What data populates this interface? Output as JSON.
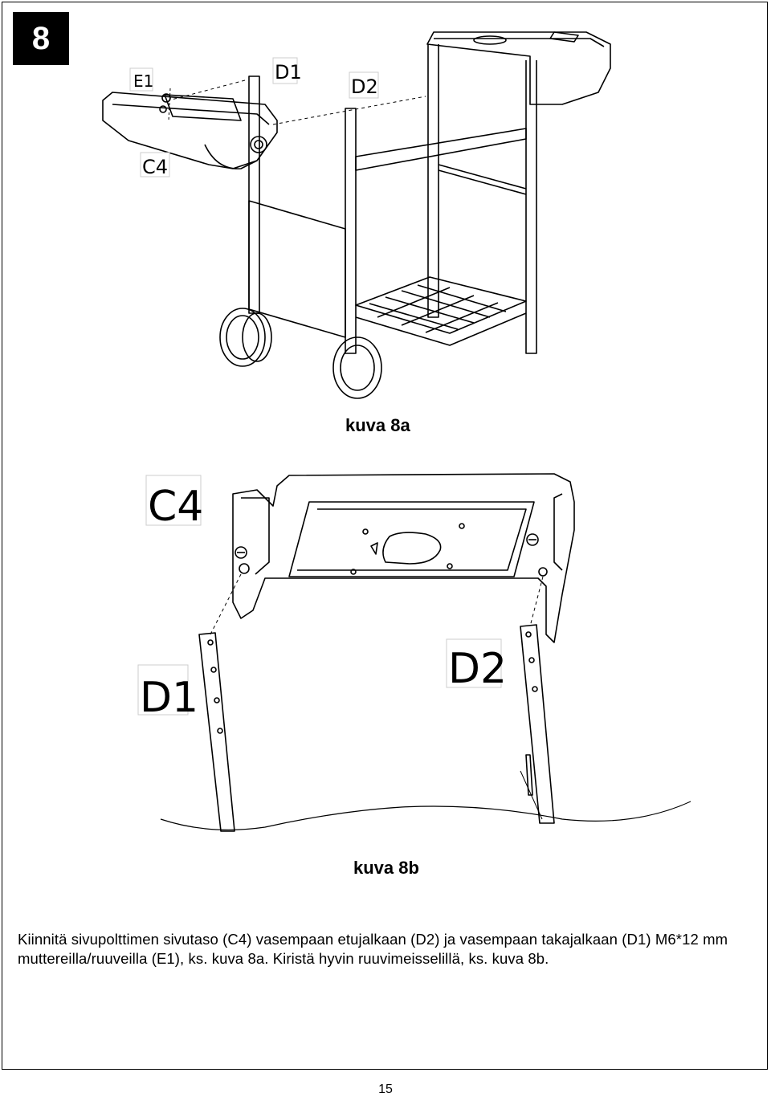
{
  "step_number": "8",
  "figure_a": {
    "caption": "kuva 8a",
    "labels": {
      "e1": "E1",
      "d1": "D1",
      "d2": "D2",
      "c4": "C4"
    }
  },
  "figure_b": {
    "caption": "kuva 8b",
    "labels": {
      "c4": "C4",
      "d1": "D1",
      "d2": "D2"
    }
  },
  "instructions": {
    "line1": "Kiinnitä sivupolttimen sivutaso (C4) vasempaan etujalkaan (D2) ja vasempaan takajalkaan (D1) M6*12 mm",
    "line2": "muttereilla/ruuveilla (E1), ks. kuva 8a. Kiristä hyvin ruuvimeisselillä, ks. kuva 8b."
  },
  "page_number": "15"
}
